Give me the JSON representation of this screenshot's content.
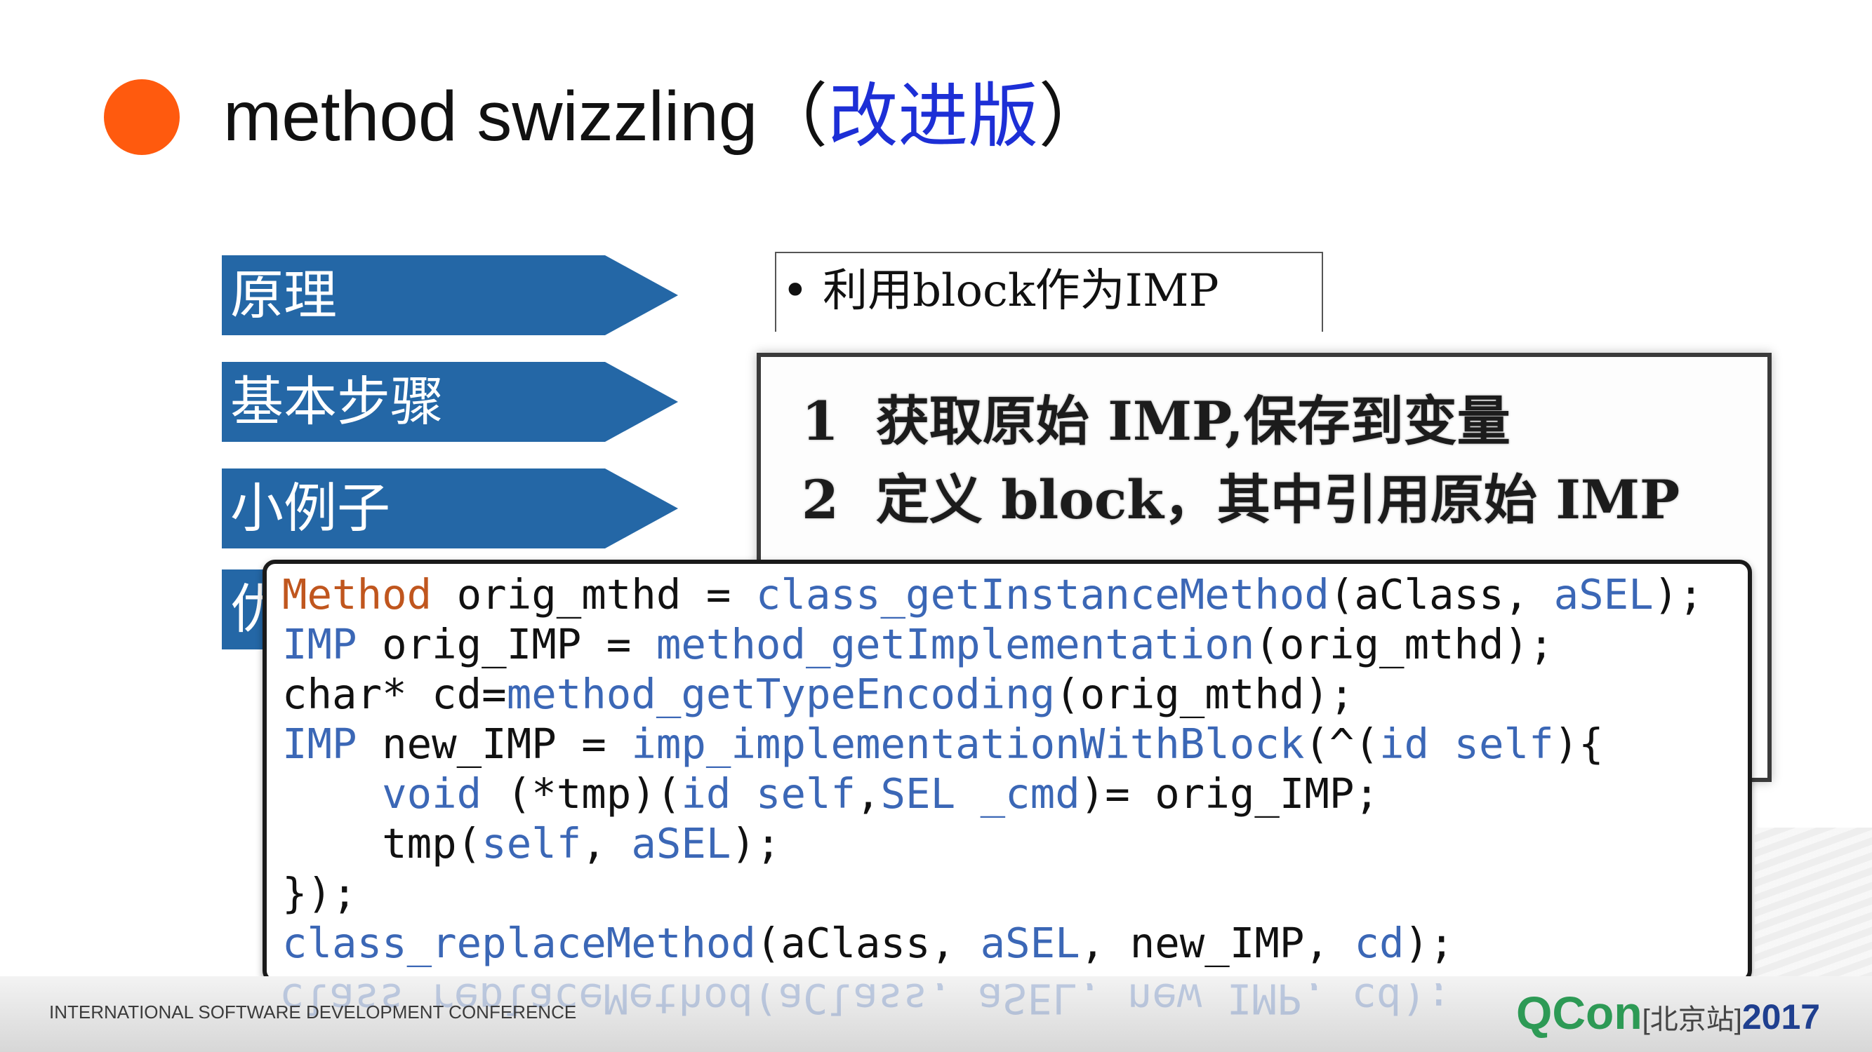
{
  "title": {
    "main": "method swizzling（",
    "highlight": "改进版",
    "end": "）"
  },
  "nav": [
    {
      "label": "原理"
    },
    {
      "label": "基本步骤"
    },
    {
      "label": "小例子"
    },
    {
      "label": "优"
    }
  ],
  "principle": {
    "bullet": "•",
    "text": "利用block作为IMP"
  },
  "steps": [
    {
      "num": "1",
      "text": "获取原始 IMP,保存到变量"
    },
    {
      "num": "2",
      "text": "定义 block，其中引用原始 IMP"
    }
  ],
  "code": {
    "l1": {
      "a": "Method",
      "b": " orig_mthd = ",
      "c": "class_getInstanceMethod",
      "d": "(aClass, ",
      "e": "aSEL",
      "f": ");"
    },
    "l2": {
      "a": "IMP",
      "b": " orig_IMP = ",
      "c": "method_getImplementation",
      "d": "(orig_mthd);"
    },
    "l3": {
      "a": "char* cd=",
      "b": "method_getTypeEncoding",
      "c": "(orig_mthd);"
    },
    "l4": {
      "a": "IMP",
      "b": " new_IMP = ",
      "c": "imp_implementationWithBlock",
      "d": "(^(",
      "e": "id self",
      "f": "){"
    },
    "l5": {
      "a": "    ",
      "b": "void",
      "c": " (*tmp)(",
      "d": "id self",
      "e": ",",
      "f": "SEL _cmd",
      "g": ")= orig_IMP;"
    },
    "l6": {
      "a": "    tmp(",
      "b": "self",
      "c": ", ",
      "d": "aSEL",
      "e": ");"
    },
    "l7": {
      "a": "});"
    },
    "l8": {
      "a": "class_replaceMethod",
      "b": "(aClass, ",
      "c": "aSEL",
      "d": ", new_IMP, ",
      "e": "cd",
      "f": ");"
    }
  },
  "footer": {
    "conference": "INTERNATIONAL SOFTWARE DEVELOPMENT CONFERENCE",
    "logo": "QCon",
    "city": "[北京站]",
    "year": "2017"
  },
  "colors": {
    "bullet": "#ff5a0e",
    "title_highlight": "#1d2fd6",
    "nav_bg": "#2467a6",
    "code_keyword_orange": "#c0561e",
    "code_function_blue": "#3b67b6",
    "qcon_green": "#2d9a55"
  }
}
